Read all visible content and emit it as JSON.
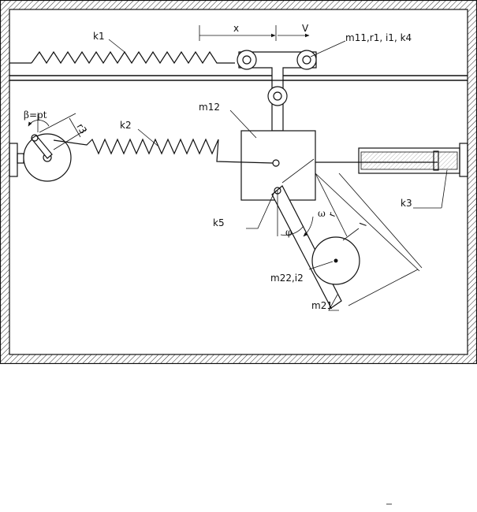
{
  "labels": {
    "k1": "k1",
    "k2": "k2",
    "k3": "k3",
    "k5": "k5",
    "m11": "m11,r1, i1, k4",
    "m12": "m12",
    "m21": "m21",
    "m22": "m22,i2",
    "beta": "β=pt",
    "r3": "r3",
    "x": "x",
    "V": "V",
    "omega": "ω",
    "phi": "φ",
    "r": "r",
    "l": "l"
  }
}
